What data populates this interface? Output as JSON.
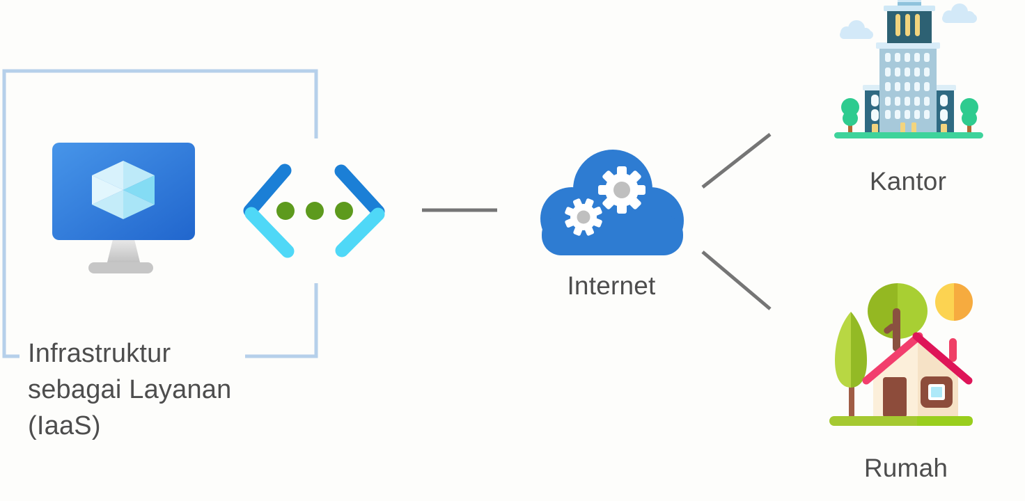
{
  "labels": {
    "iaas": "Infrastruktur sebagai Layanan (IaaS)",
    "internet": "Internet",
    "office": "Kantor",
    "home": "Rumah"
  },
  "icons": {
    "virtual_machine": "virtual-machine-monitor-icon",
    "code_brackets": "code-brackets-icon",
    "internet_cloud": "cloud-with-gears-icon",
    "office_building": "office-building-icon",
    "house": "house-icon"
  },
  "colors": {
    "background": "#fdfdfb",
    "frame": "#b6d0ea",
    "connector": "#757575",
    "text": "#4d4d4d",
    "cloud_blue": "#2e7cd2",
    "gear_center_gray": "#bfbfbf",
    "code_dark_blue": "#1b7fd6",
    "code_cyan": "#4fd8f7",
    "code_green": "#5d9a1d",
    "monitor_blue_light": "#4795e9",
    "monitor_blue_dark": "#2166cd",
    "roof_pink_left": "#f23e6d",
    "roof_pink_right": "#de1558"
  }
}
